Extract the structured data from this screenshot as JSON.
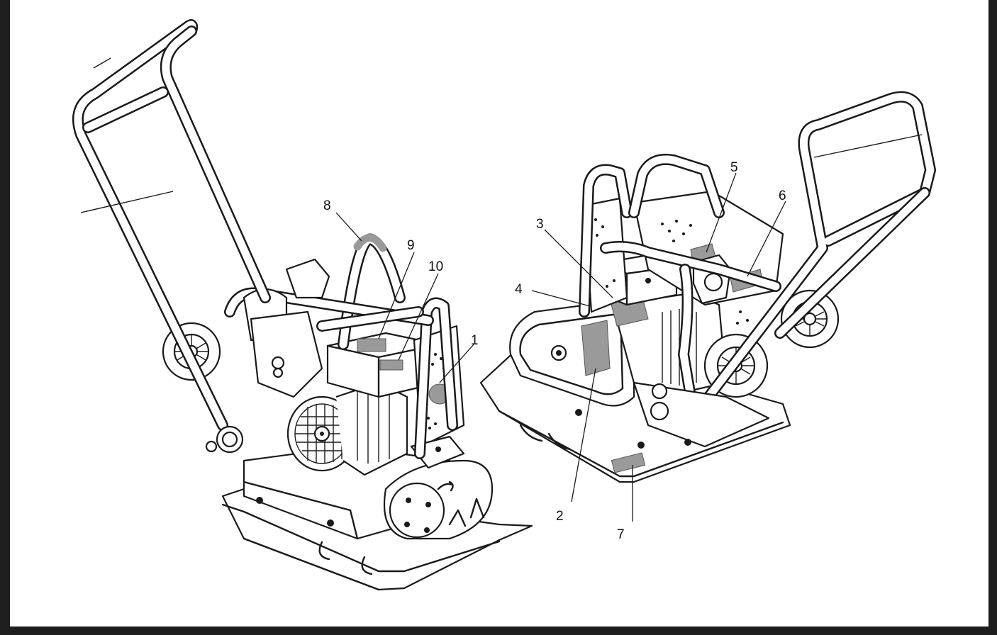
{
  "figure": {
    "callouts": [
      {
        "id": "1",
        "label": "1"
      },
      {
        "id": "2",
        "label": "2"
      },
      {
        "id": "3",
        "label": "3"
      },
      {
        "id": "4",
        "label": "4"
      },
      {
        "id": "5",
        "label": "5"
      },
      {
        "id": "6",
        "label": "6"
      },
      {
        "id": "7",
        "label": "7"
      },
      {
        "id": "8",
        "label": "8"
      },
      {
        "id": "9",
        "label": "9"
      },
      {
        "id": "10",
        "label": "10"
      }
    ]
  },
  "colors": {
    "frame_border": "#1e1e1e",
    "background": "#ffffff",
    "line_art": "#1a1a1a",
    "label_patch": "#9a9a9a"
  }
}
